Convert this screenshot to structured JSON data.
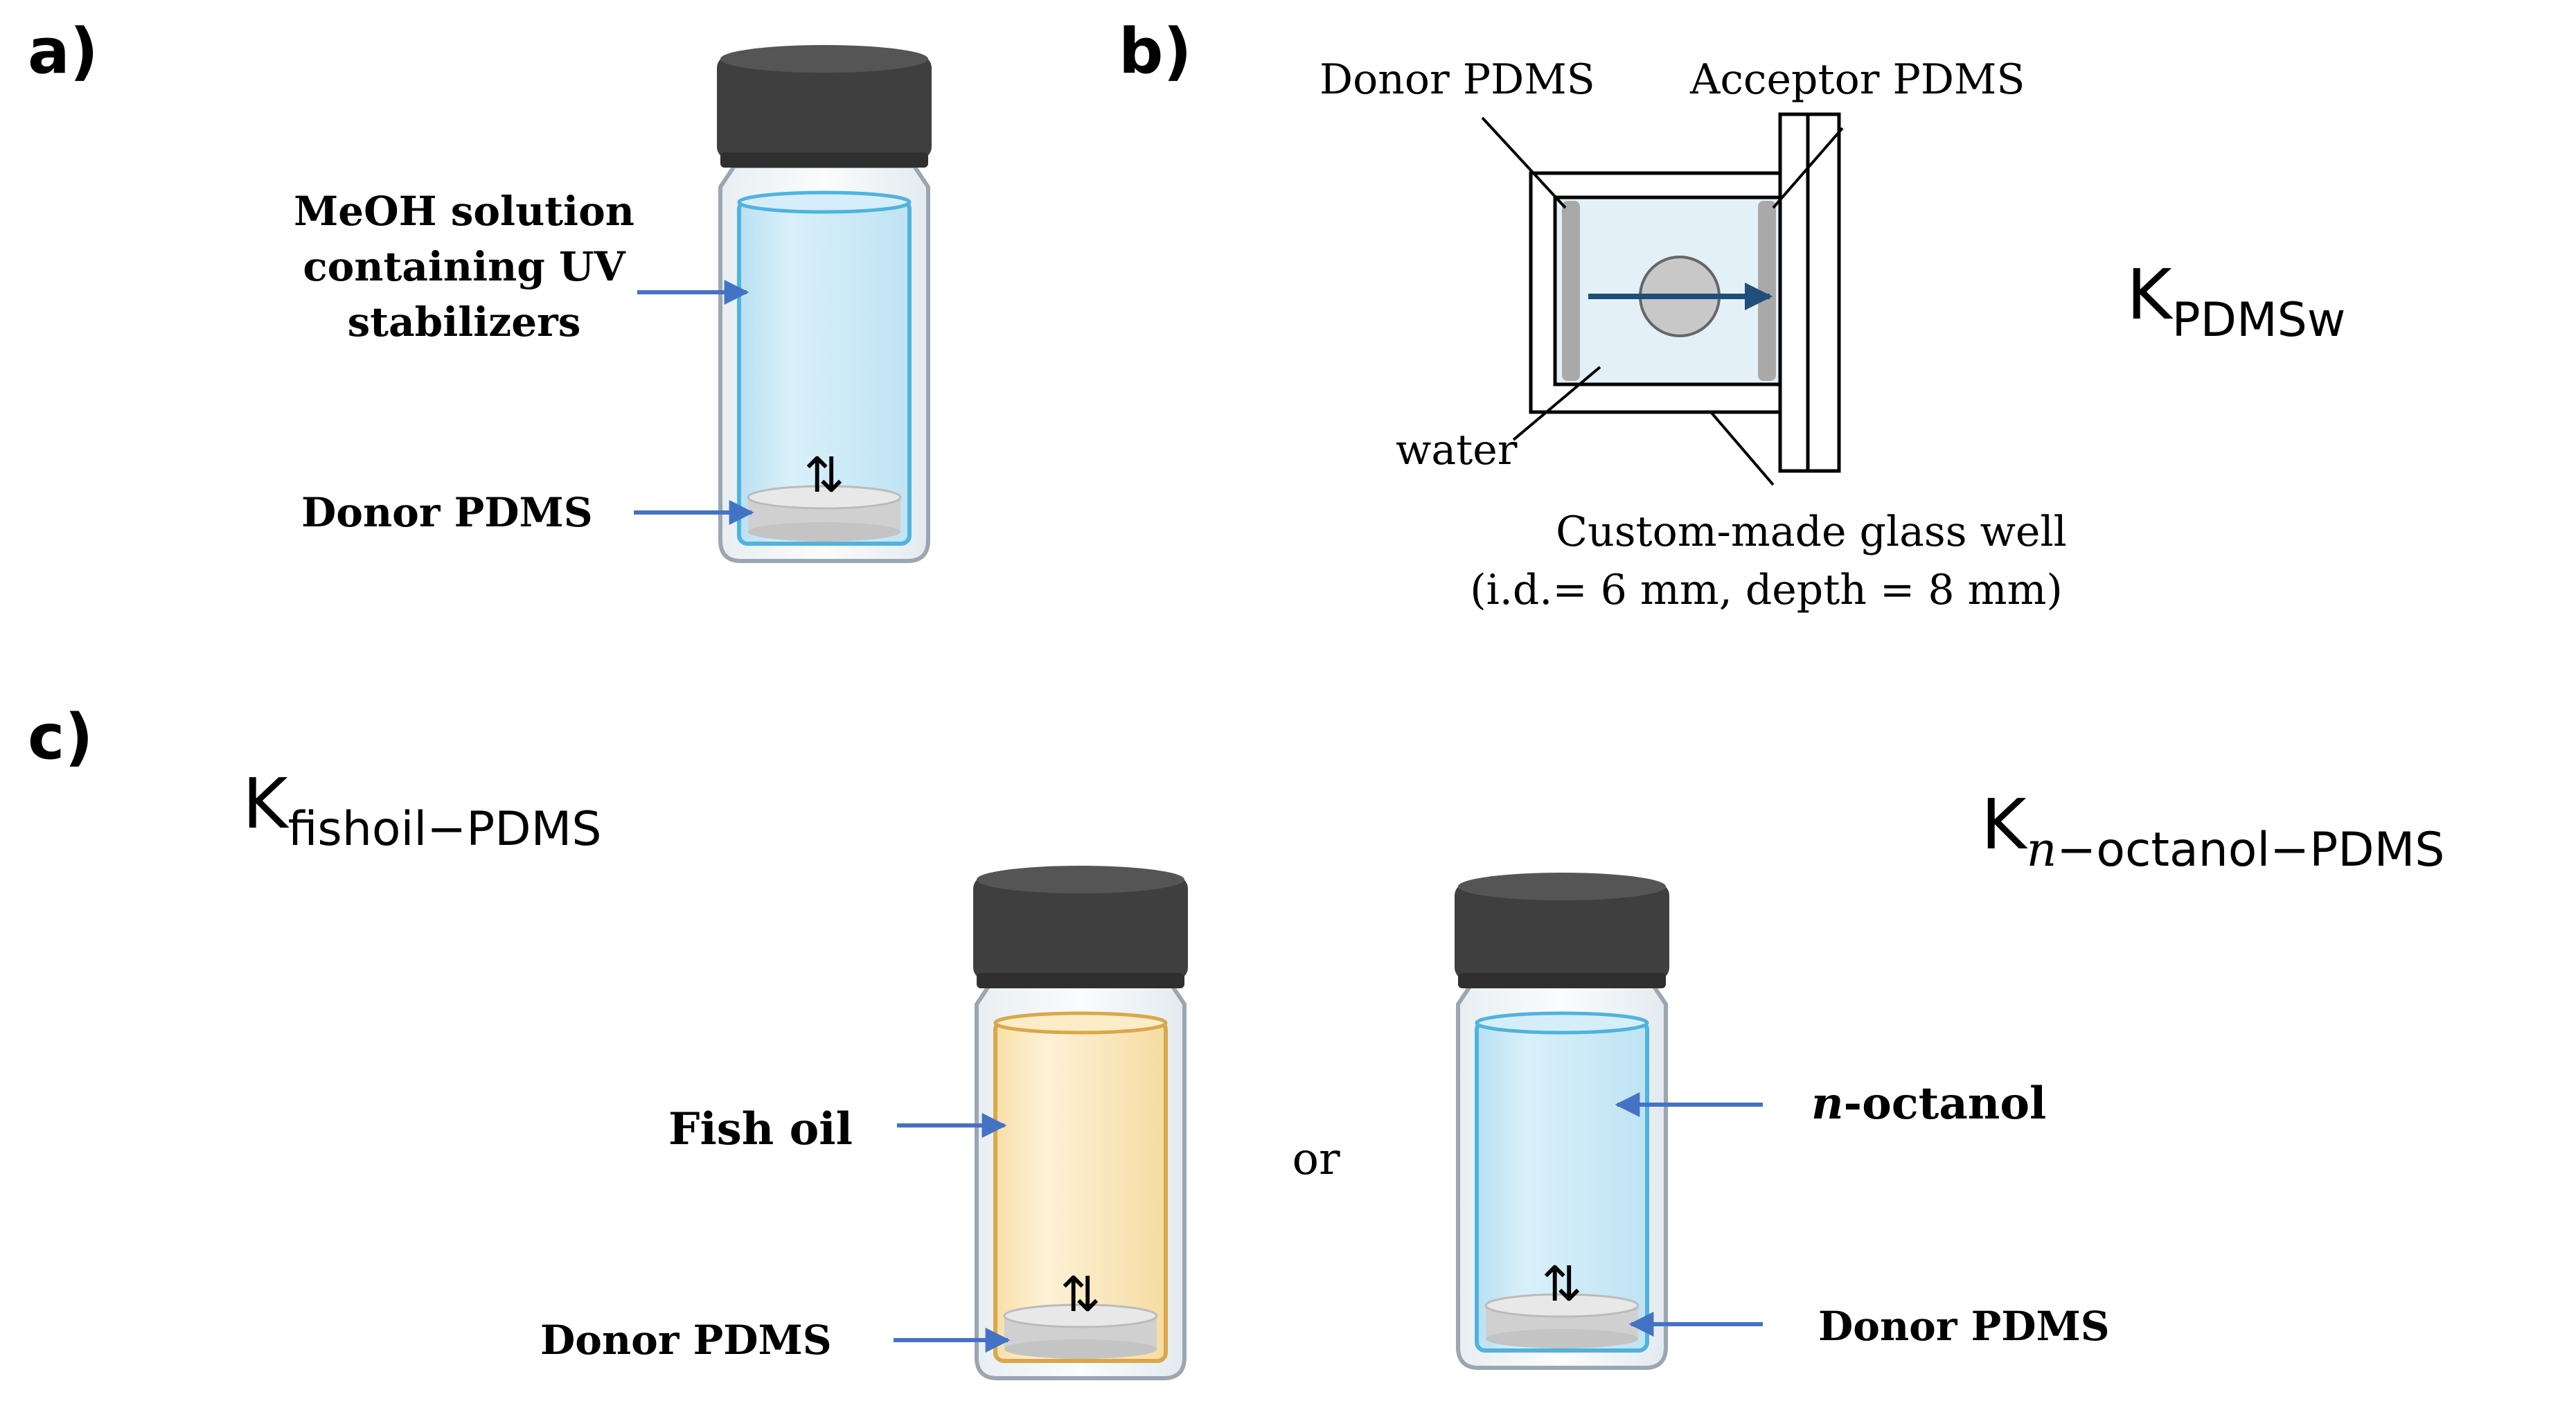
{
  "panel_a": {
    "label": "a)",
    "solution_label": [
      "MeOH solution",
      "containing UV",
      "stabilizers"
    ],
    "donor_label": "Donor PDMS",
    "exchange_symbol": "⇅"
  },
  "panel_b": {
    "label": "b)",
    "donor_label": "Donor PDMS",
    "acceptor_label": "Acceptor  PDMS",
    "water_label": "water",
    "well_label": "Custom-made  glass  well",
    "well_dims": "(i.d.= 6 mm,  depth = 8 mm)",
    "k_main": "K",
    "k_sub": "PDMSw"
  },
  "panel_c": {
    "label": "c)",
    "k1_main": "K",
    "k1_sub": "fishoil−PDMS",
    "k2_main": "K",
    "k2_sub_italic": "n",
    "k2_sub": "−octanol−PDMS",
    "fish_oil_label": "Fish oil",
    "donor_label_left": "Donor PDMS",
    "or_label": "or",
    "octanol_italic": "n",
    "octanol_label": "-octanol",
    "donor_label_right": "Donor PDMS",
    "exchange_symbol": "⇅"
  },
  "colors": {
    "cap": "#3f3f3f",
    "blue_liquid": "#c7e6f5",
    "blue_edge": "#4fb3de",
    "oil_liquid": "#fbe9c2",
    "oil_edge": "#d9a84a",
    "arrow": "#4472c4",
    "disk": "#d9d9d9",
    "dark_arrow": "#1f4e79"
  }
}
